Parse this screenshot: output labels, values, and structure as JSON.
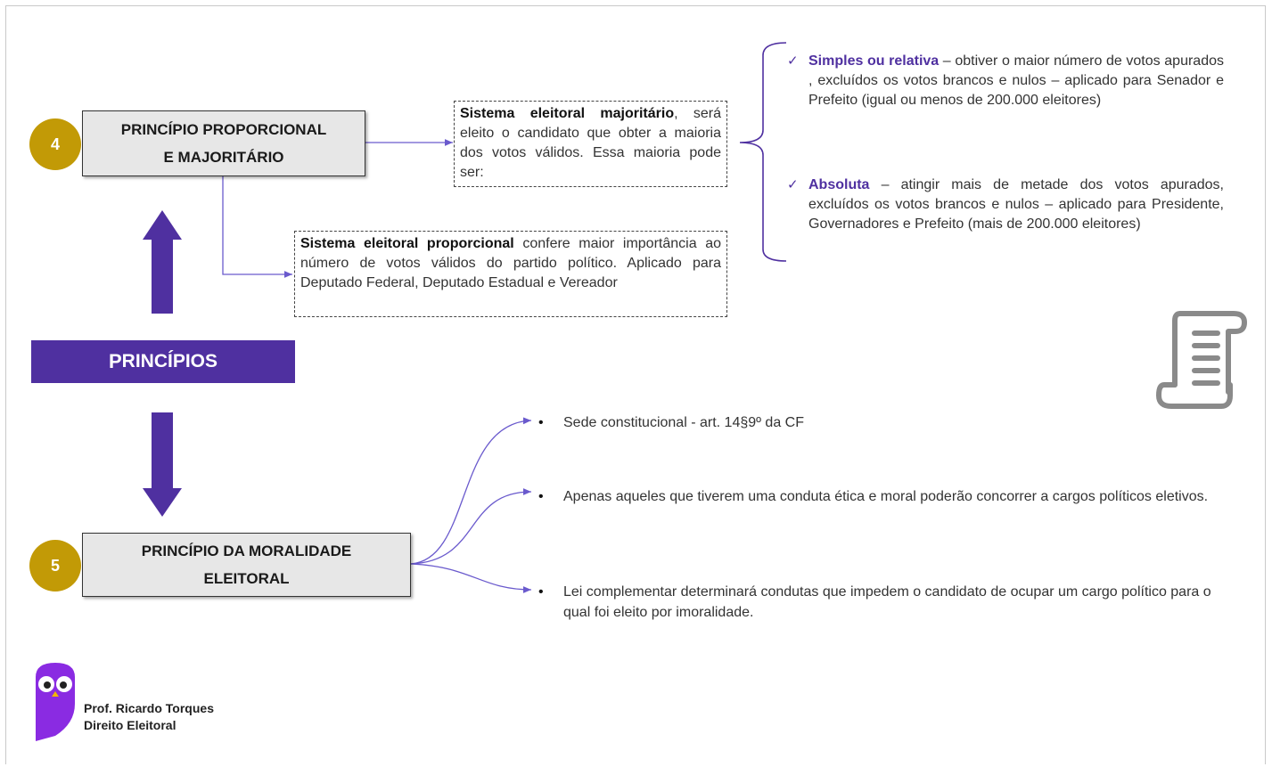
{
  "principle4": {
    "number": "4",
    "title_line1": "Princípio proporcional",
    "title_line2": "e majoritário"
  },
  "majoritario": {
    "bold": "Sistema eleitoral majoritário",
    "text": ", será eleito o candidato que obter a maioria dos votos válidos. Essa maioria pode ser:"
  },
  "proporcional": {
    "bold": "Sistema eleitoral proporcional",
    "text": " confere maior importância ao número de votos válidos do partido político. Aplicado para Deputado Federal, Deputado Estadual e Vereador"
  },
  "maioria_tipos": [
    {
      "bold": "Simples ou relativa",
      "text": " – obtiver o maior número de votos apurados , excluídos os votos brancos e nulos – aplicado para Senador e Prefeito (igual ou menos de 200.000 eleitores)"
    },
    {
      "bold": "Absoluta",
      "text": " – atingir mais de metade dos votos apurados, excluídos os votos brancos e nulos – aplicado para Presidente, Governadores e Prefeito (mais de 200.000 eleitores)"
    }
  ],
  "center": {
    "label_first": "P",
    "label_rest": "rincípios"
  },
  "principle5": {
    "number": "5",
    "title_line1": "Princípio da moralidade",
    "title_line2": "eleitoral"
  },
  "moralidade_items": [
    "Sede constitucional - art. 14§9º da CF",
    "Apenas aqueles que tiverem uma conduta ética e moral poderão concorrer a cargos políticos eletivos.",
    "Lei complementar determinará condutas que impedem o candidato de ocupar um cargo político para o qual foi eleito por imoralidade."
  ],
  "author": {
    "name": "Prof. Ricardo Torques",
    "subject": "Direito Eleitoral"
  },
  "icons": {
    "scroll": "scroll-document-icon",
    "logo": "owl-logo-icon"
  },
  "colors": {
    "purple": "#4f30a0",
    "gold": "#c29a06",
    "box_gray": "#e7e7e7"
  }
}
